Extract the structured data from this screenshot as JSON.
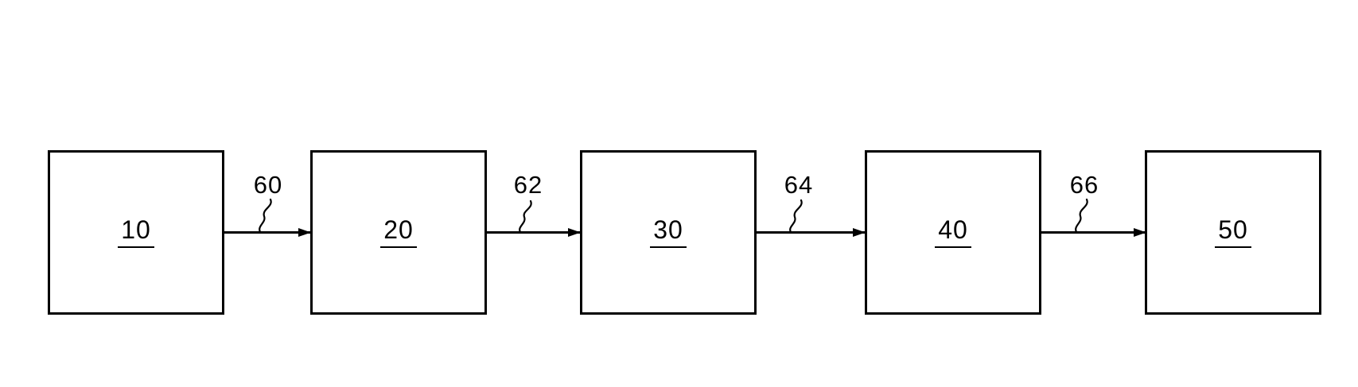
{
  "figure": {
    "background": "#ffffff",
    "line_color": "#000000"
  },
  "blocks": [
    {
      "label": "10"
    },
    {
      "label": "20"
    },
    {
      "label": "30"
    },
    {
      "label": "40"
    },
    {
      "label": "50"
    }
  ],
  "connectors": [
    {
      "label": "60",
      "from": "10",
      "to": "20"
    },
    {
      "label": "62",
      "from": "20",
      "to": "30"
    },
    {
      "label": "64",
      "from": "30",
      "to": "40"
    },
    {
      "label": "66",
      "from": "40",
      "to": "50"
    }
  ]
}
